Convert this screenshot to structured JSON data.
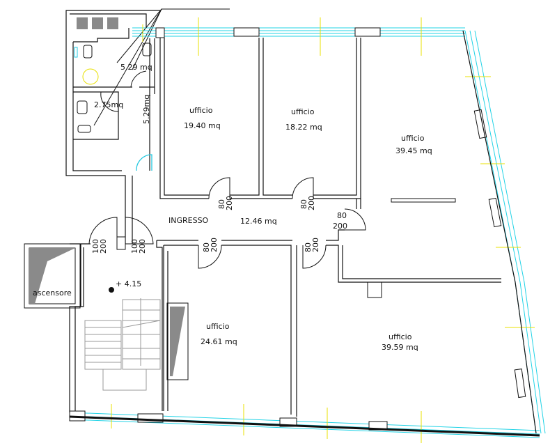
{
  "rooms": {
    "office1": {
      "name": "ufficio",
      "area": "19.40  mq"
    },
    "office2": {
      "name": "ufficio",
      "area": "18.22  mq"
    },
    "office3": {
      "name": "ufficio",
      "area": "39.45  mq"
    },
    "office4": {
      "name": "ufficio",
      "area": "24.61  mq"
    },
    "office5": {
      "name": "ufficio",
      "area": "39.59  mq"
    },
    "entrance": {
      "name": "INGRESSO",
      "area": "12.46  mq"
    },
    "wc1": {
      "area": "5.29  mq"
    },
    "wc2": {
      "area": "2.75mq"
    },
    "corridor": {
      "area": "5.29mq"
    },
    "elevator": {
      "name": "ascensore"
    },
    "stair": {
      "level": "+  4.15"
    }
  },
  "doors": {
    "d80": "80",
    "d100": "100",
    "h200": "200"
  },
  "colors": {
    "wall": "#111111",
    "window": "#22d3e6",
    "accessibility": "#e8e000"
  }
}
